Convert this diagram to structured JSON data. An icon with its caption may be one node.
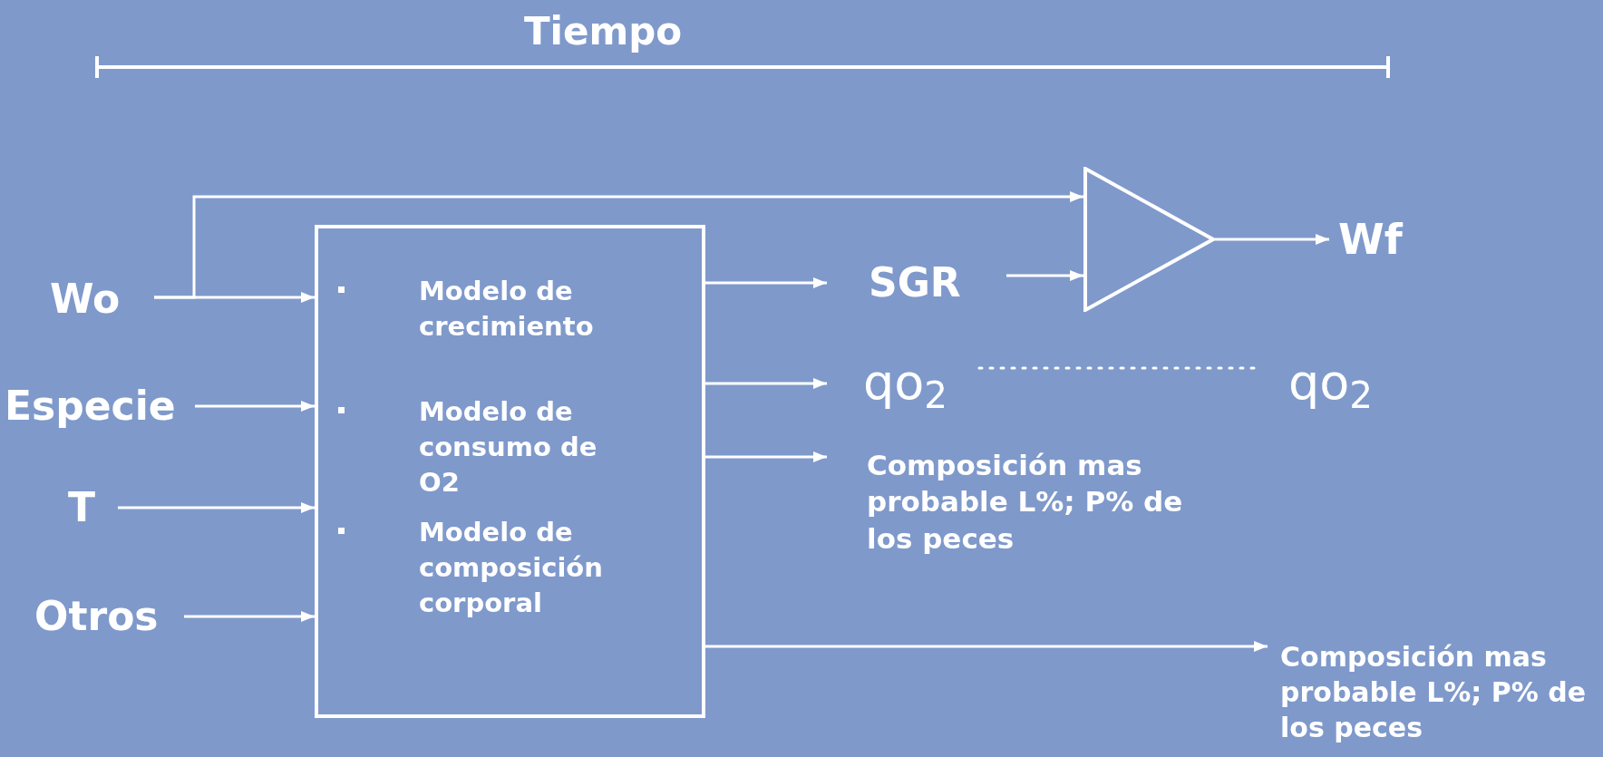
{
  "diagram": {
    "nodes": [
      {
        "text": [
          "Wo"
        ]
      },
      {
        "text": [
          "Especie"
        ]
      },
      {
        "text": [
          "T"
        ]
      },
      {
        "text": [
          "Otros"
        ]
      },
      {
        "text": [
          "Modelo de crecimiento",
          "Modelo de consumo de O2",
          "Modelo de composición corporal"
        ]
      },
      {
        "text": [
          "SGR"
        ]
      },
      {
        "text": [
          "qo$_{2}$"
        ]
      },
      {
        "text": [
          "qo$_{2}$"
        ]
      },
      {
        "text": [
          "Composición mas probable L%; P% de los peces"
        ]
      },
      {
        "text": [],
        "shape": "triangle"
      },
      {
        "text": [
          "Wf"
        ]
      },
      {
        "text": [
          "Composición mas probable L%; P% de los peces"
        ]
      }
    ],
    "edges": [
      {
        "from": 0,
        "to": 4,
        "arrow": "to"
      },
      {
        "from": 0,
        "to": 9,
        "arrow": "to"
      },
      {
        "from": 1,
        "to": 4,
        "arrow": "to"
      },
      {
        "from": 2,
        "to": 4,
        "arrow": "to"
      },
      {
        "from": 3,
        "to": 4,
        "arrow": "to"
      },
      {
        "from": 4,
        "to": 5,
        "arrow": "to"
      },
      {
        "from": 4,
        "to": 6,
        "arrow": "to"
      },
      {
        "from": 4,
        "to": 8,
        "arrow": "to"
      },
      {
        "from": 5,
        "to": 9,
        "arrow": "to"
      },
      {
        "from": 9,
        "to": 10,
        "arrow": "to"
      },
      {
        "from": 6,
        "to": 7,
        "arrow": "none",
        "style": "dashed"
      },
      {
        "from": 4,
        "to": 11,
        "arrow": "to"
      }
    ],
    "labels": [
      "Tiempo"
    ]
  }
}
